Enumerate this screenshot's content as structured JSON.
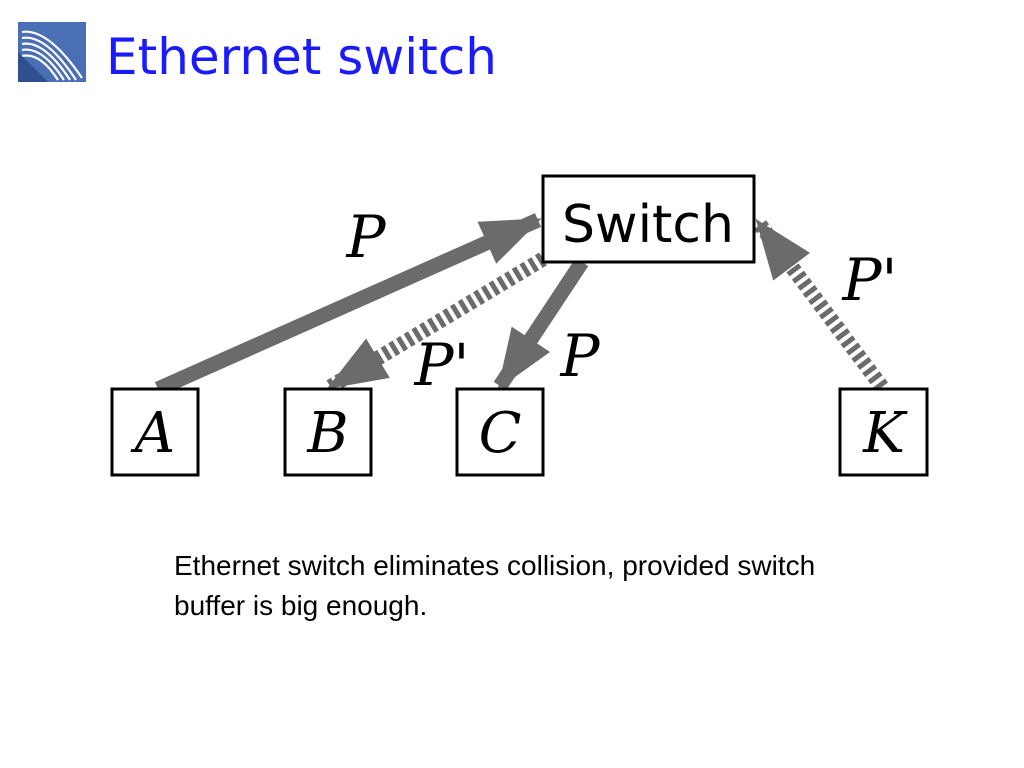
{
  "slide": {
    "title": "Ethernet switch",
    "caption": "Ethernet switch eliminates collision, provided switch buffer is big enough."
  },
  "diagram": {
    "switch_label": "Switch",
    "nodes": [
      {
        "id": "a",
        "label": "A"
      },
      {
        "id": "b",
        "label": "B"
      },
      {
        "id": "c",
        "label": "C"
      },
      {
        "id": "k",
        "label": "K"
      }
    ],
    "packets": [
      {
        "id": "a-to-switch",
        "label": "P",
        "style": "solid"
      },
      {
        "id": "switch-to-b",
        "label": "P'",
        "style": "dotted"
      },
      {
        "id": "switch-to-c",
        "label": "P",
        "style": "solid"
      },
      {
        "id": "k-to-switch",
        "label": "P'",
        "style": "dotted"
      }
    ]
  },
  "colors": {
    "title": "#1a1aff",
    "arrow": "#6b6b6b",
    "box_border": "#000000",
    "logo_bg": "#4a6fb5"
  },
  "icons": {
    "logo": "institution-logo"
  }
}
